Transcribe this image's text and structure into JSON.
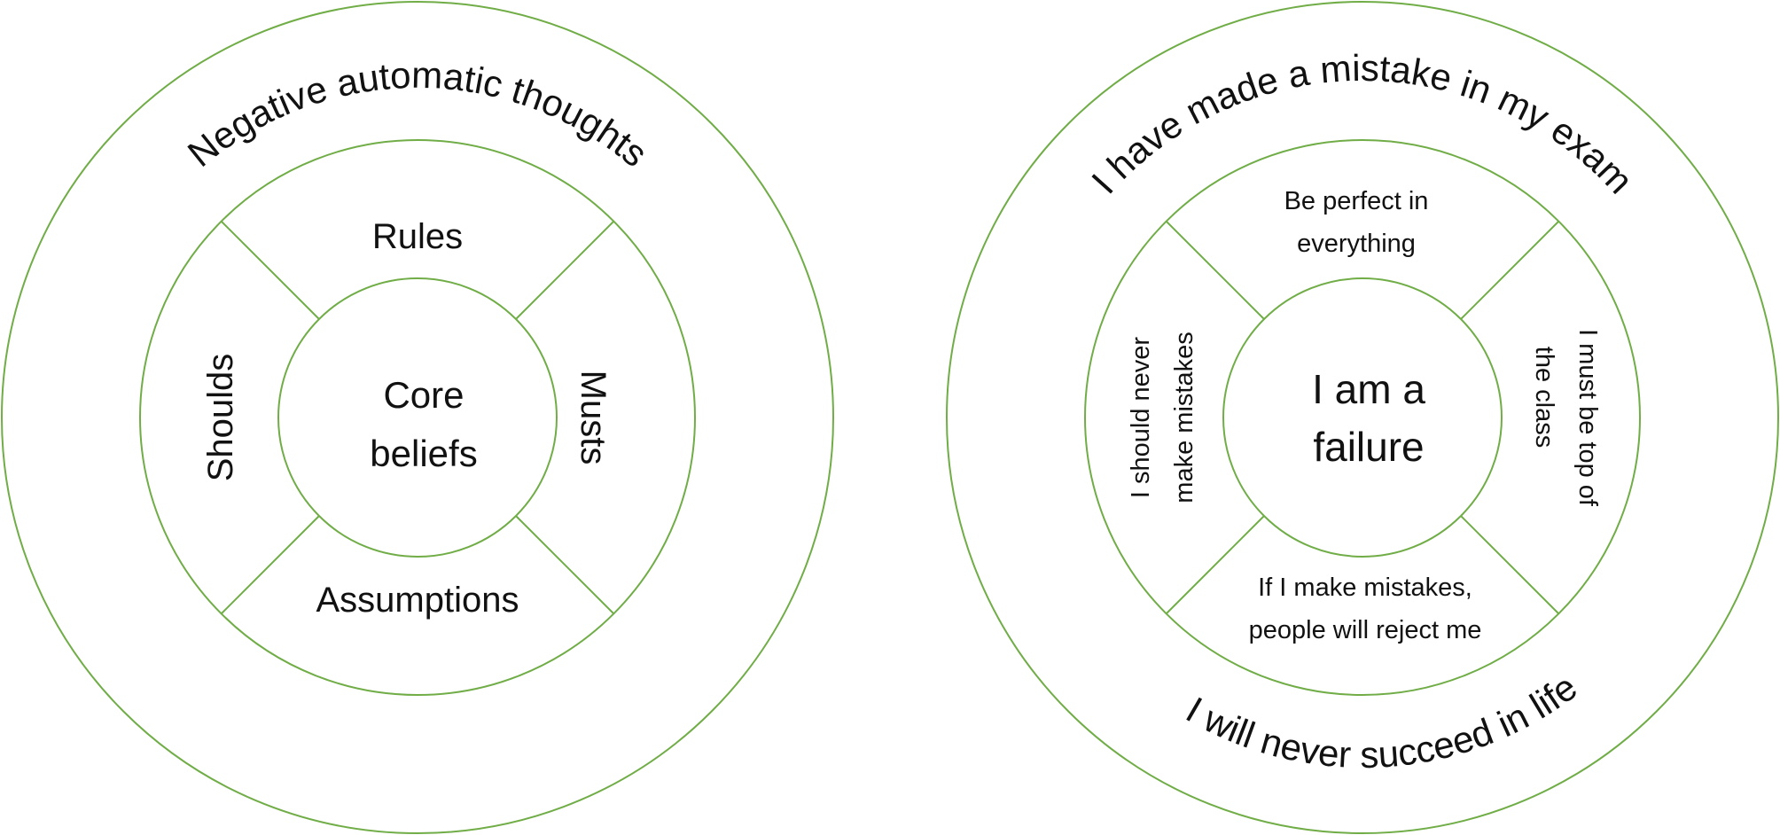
{
  "colors": {
    "ring": "#70ad47",
    "text": "#111111",
    "background": "#ffffff"
  },
  "left_diagram": {
    "outer": "Negative automatic thoughts",
    "top": "Rules",
    "left": "Shoulds",
    "right": "Musts",
    "bottom": "Assumptions",
    "center": [
      "Core",
      "beliefs"
    ]
  },
  "right_diagram": {
    "outer_top": "I have made a mistake in my exam",
    "outer_bottom": "I will never succeed in life",
    "top": [
      "Be perfect in",
      "everything"
    ],
    "left": [
      "I should never",
      "make mistakes"
    ],
    "right": [
      "I must be top of",
      "the class"
    ],
    "bottom": [
      "If I make mistakes,",
      "people will reject me"
    ],
    "center": [
      "I am a",
      "failure"
    ]
  }
}
